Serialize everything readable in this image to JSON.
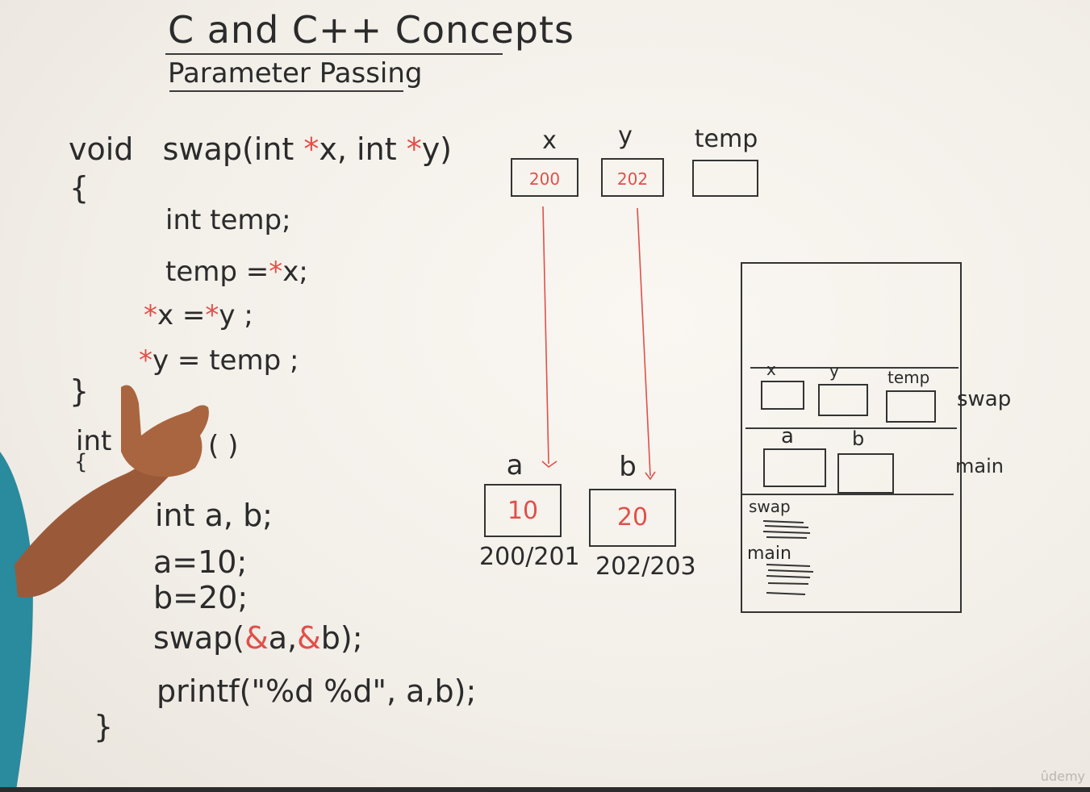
{
  "title": "C and C++ Concepts",
  "subtitle": "Parameter Passing",
  "code": {
    "fn_void": "void",
    "fn_sig_a": "swap(int ",
    "star": "*",
    "fn_sig_b": "x, int ",
    "fn_sig_c": "y)",
    "open_brace": "{",
    "line_int_temp": "int temp;",
    "line_temp_a": "temp =",
    "line_temp_b": "x;",
    "line_x_a": "x =",
    "line_x_b": "y ;",
    "line_y_a": "y = temp ;",
    "close_brace": "}",
    "main_int": "int",
    "main_rest": "( )",
    "main_open": "{",
    "line_decl": "int a, b;",
    "line_a": "a=10;",
    "line_b": "b=20;",
    "call_a": "swap(",
    "amp": "&",
    "call_b": "a,",
    "call_c": "b);",
    "printf": "printf(\"%d %d\", a,b);",
    "main_close": "}"
  },
  "vars_top": [
    {
      "label": "x",
      "value": "200"
    },
    {
      "label": "y",
      "value": "202"
    },
    {
      "label": "temp",
      "value": ""
    }
  ],
  "vars_bottom": [
    {
      "label": "a",
      "value": "10",
      "address": "200/201"
    },
    {
      "label": "b",
      "value": "20",
      "address": "202/203"
    }
  ],
  "memory": {
    "swap_labels": [
      "x",
      "y",
      "temp"
    ],
    "swap_frame": "swap",
    "main_labels": [
      "a",
      "b"
    ],
    "main_frame": "main",
    "code_swap": "swap",
    "code_main": "main"
  },
  "watermark": "ûdemy"
}
